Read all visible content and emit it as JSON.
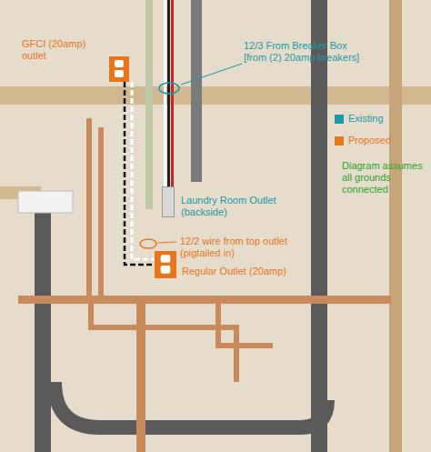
{
  "diagram": {
    "nodes": [
      {
        "text": [
          "GFCI (20amp) outlet"
        ]
      },
      {
        "text": [
          "Laundry Room Outlet (backside)"
        ]
      },
      {
        "text": [
          "Regular Outlet (20amp)"
        ]
      }
    ],
    "edges": [
      {
        "from": 0,
        "to": 2,
        "arrow": "none"
      }
    ],
    "labels": [
      "12/3 From Breaker Box [from (2) 20amp breakers]",
      "12/2 wire from top outlet (pigtailed in)",
      "Diagram assumes all grounds connected"
    ],
    "legend": [
      {
        "text": "Existing",
        "color": "#1a9aa8"
      },
      {
        "text": "Proposed",
        "color": "#e8761c"
      }
    ]
  }
}
